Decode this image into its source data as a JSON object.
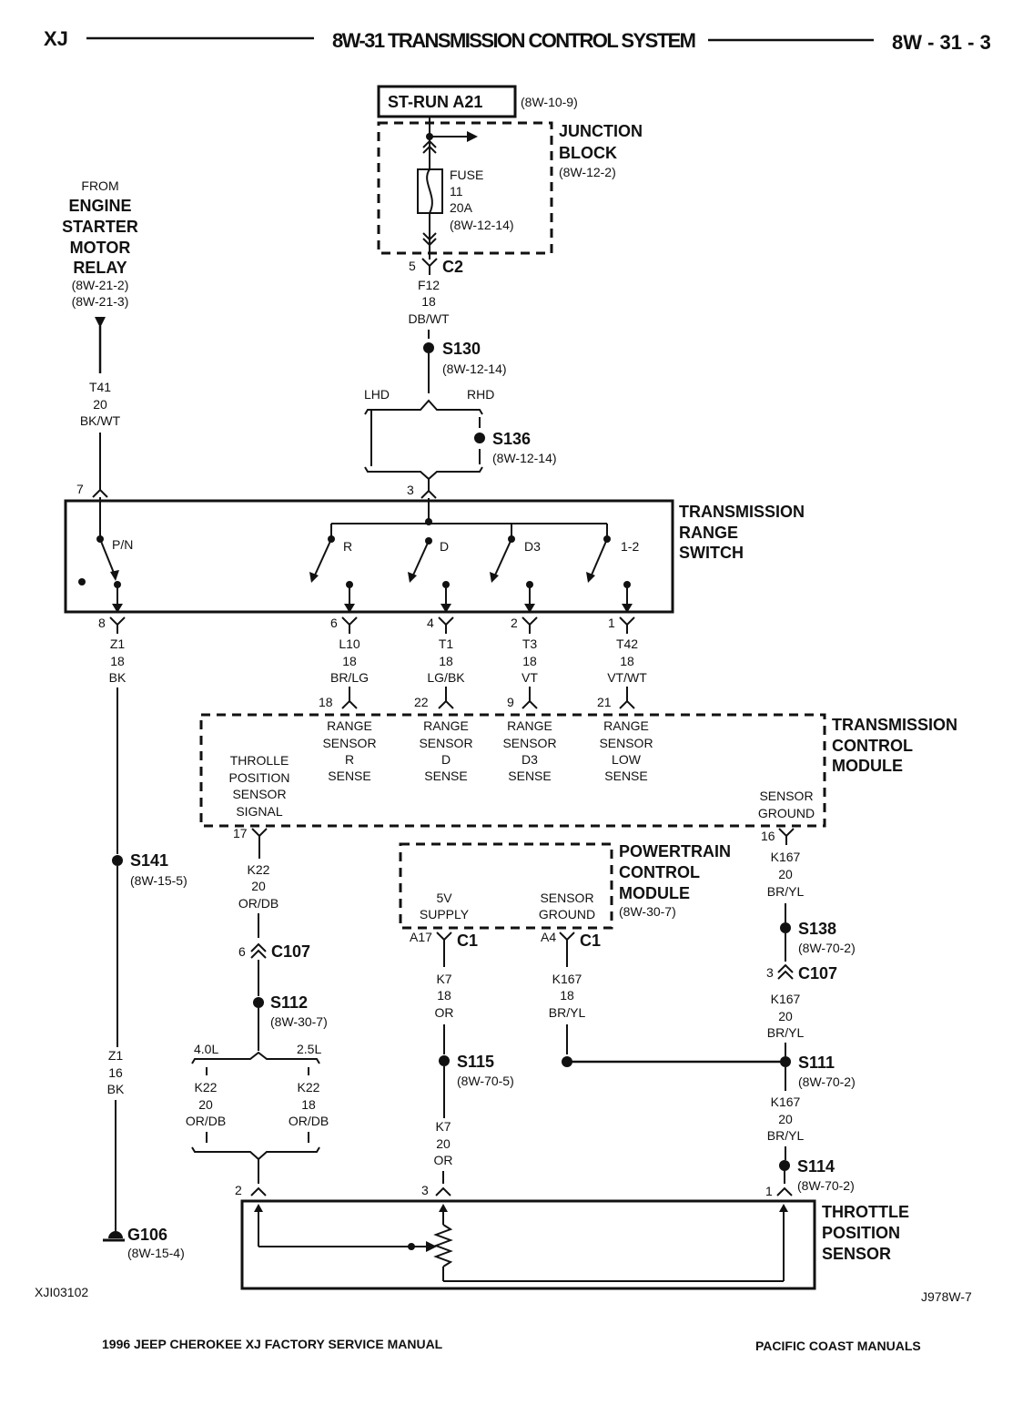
{
  "header": {
    "left": "XJ",
    "title": "8W-31 TRANSMISSION CONTROL SYSTEM",
    "page": "8W - 31 - 3"
  },
  "top_source": {
    "box": "ST-RUN A21",
    "box_ref": "(8W-10-9)",
    "junction_block": [
      "JUNCTION",
      "BLOCK"
    ],
    "junction_ref": "(8W-12-2)",
    "fuse": [
      "FUSE",
      "11",
      "20A",
      "(8W-12-14)"
    ],
    "c2_pin": "5",
    "c2": "C2",
    "wire_f12": [
      "F12",
      "18",
      "DB/WT"
    ],
    "s130": "S130",
    "s130_ref": "(8W-12-14)",
    "lhd": "LHD",
    "rhd": "RHD",
    "s136": "S136",
    "s136_ref": "(8W-12-14)",
    "pin3": "3"
  },
  "starter": {
    "from": "FROM",
    "name": [
      "ENGINE",
      "STARTER",
      "MOTOR",
      "RELAY"
    ],
    "refs": [
      "(8W-21-2)",
      "(8W-21-3)"
    ],
    "wire_t41": [
      "T41",
      "20",
      "BK/WT"
    ],
    "pin7": "7"
  },
  "range_switch": {
    "name": [
      "TRANSMISSION",
      "RANGE",
      "SWITCH"
    ],
    "positions": [
      "P/N",
      "R",
      "D",
      "D3",
      "1-2"
    ],
    "pins": [
      "8",
      "6",
      "4",
      "2",
      "1"
    ],
    "wires": [
      [
        "Z1",
        "18",
        "BK"
      ],
      [
        "L10",
        "18",
        "BR/LG"
      ],
      [
        "T1",
        "18",
        "LG/BK"
      ],
      [
        "T3",
        "18",
        "VT"
      ],
      [
        "T42",
        "18",
        "VT/WT"
      ]
    ]
  },
  "tcm": {
    "name": [
      "TRANSMISSION",
      "CONTROL",
      "MODULE"
    ],
    "pins": [
      "18",
      "22",
      "9",
      "21"
    ],
    "inputs": [
      [
        "RANGE",
        "SENSOR",
        "R",
        "SENSE"
      ],
      [
        "RANGE",
        "SENSOR",
        "D",
        "SENSE"
      ],
      [
        "RANGE",
        "SENSOR",
        "D3",
        "SENSE"
      ],
      [
        "RANGE",
        "SENSOR",
        "LOW",
        "SENSE"
      ]
    ],
    "tps_signal": [
      "THROLLE",
      "POSITION",
      "SENSOR",
      "SIGNAL"
    ],
    "sensor_ground": [
      "SENSOR",
      "GROUND"
    ],
    "pin17": "17",
    "pin16": "16"
  },
  "pcm": {
    "name": [
      "POWERTRAIN",
      "CONTROL",
      "MODULE"
    ],
    "ref": "(8W-30-7)",
    "supply": [
      "5V",
      "SUPPLY"
    ],
    "ground": [
      "SENSOR",
      "GROUND"
    ],
    "a17": "A17",
    "a4": "A4",
    "c1": "C1"
  },
  "left_chain": {
    "s141": "S141",
    "s141_ref": "(8W-15-5)",
    "wire_z1_16": [
      "Z1",
      "16",
      "BK"
    ],
    "g106": "G106",
    "g106_ref": "(8W-15-4)"
  },
  "k22_chain": {
    "wire_k22": [
      "K22",
      "20",
      "OR/DB"
    ],
    "c107_pin": "6",
    "c107": "C107",
    "s112": "S112",
    "s112_ref": "(8W-30-7)",
    "l40": "4.0L",
    "l25": "2.5L",
    "wire_k22_a": [
      "K22",
      "20",
      "OR/DB"
    ],
    "wire_k22_b": [
      "K22",
      "18",
      "OR/DB"
    ],
    "pin2": "2"
  },
  "k7_chain": {
    "wire_k7_18": [
      "K7",
      "18",
      "OR"
    ],
    "s115": "S115",
    "s115_ref": "(8W-70-5)",
    "wire_k7_20": [
      "K7",
      "20",
      "OR"
    ],
    "pin3": "3"
  },
  "k167_chain": {
    "wire_a": [
      "K167",
      "20",
      "BR/YL"
    ],
    "s138": "S138",
    "s138_ref": "(8W-70-2)",
    "c107_pin": "3",
    "c107": "C107",
    "wire_b": [
      "K167",
      "20",
      "BR/YL"
    ],
    "pcm_wire": [
      "K167",
      "18",
      "BR/YL"
    ],
    "s111": "S111",
    "s111_ref": "(8W-70-2)",
    "wire_c": [
      "K167",
      "20",
      "BR/YL"
    ],
    "s114": "S114",
    "s114_ref": "(8W-70-2)",
    "pin1": "1"
  },
  "tps": {
    "name": [
      "THROTTLE",
      "POSITION",
      "SENSOR"
    ]
  },
  "codes": {
    "left": "XJI03102",
    "right": "J978W-7"
  },
  "footer": {
    "left": "1996 JEEP CHEROKEE XJ FACTORY SERVICE MANUAL",
    "right": "PACIFIC COAST MANUALS"
  }
}
